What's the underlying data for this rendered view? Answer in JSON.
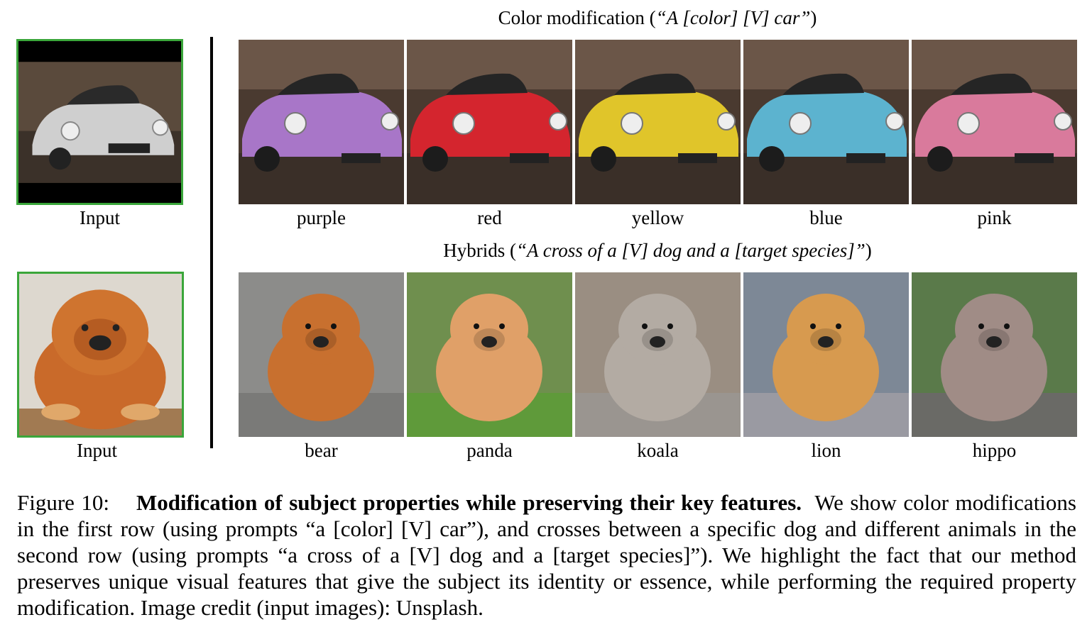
{
  "row1": {
    "title_plain": "Color modification (",
    "title_italic": "“A [color] [V] car”",
    "title_close": ")",
    "input_label": "Input",
    "items": [
      {
        "label": "purple",
        "color": "#a876c8"
      },
      {
        "label": "red",
        "color": "#d4252e"
      },
      {
        "label": "yellow",
        "color": "#e0c52a"
      },
      {
        "label": "blue",
        "color": "#5cb3cf"
      },
      {
        "label": "pink",
        "color": "#d97a9c"
      }
    ],
    "input_color": "#d8d8d8"
  },
  "row2": {
    "title_plain": "Hybrids (",
    "title_italic": "“A cross of a [V] dog and a [target species]”",
    "title_close": ")",
    "input_label": "Input",
    "items": [
      {
        "label": "bear",
        "color": "#c8702f"
      },
      {
        "label": "panda",
        "color": "#e0a068"
      },
      {
        "label": "koala",
        "color": "#b3aba3"
      },
      {
        "label": "lion",
        "color": "#d79a4f"
      },
      {
        "label": "hippo",
        "color": "#a08c86"
      }
    ],
    "input_color": "#c96a2a"
  },
  "caption": {
    "figure_label": "Figure 10:",
    "bold": "Modification of subject properties while preserving their key features.",
    "text": "We show color modifications in the first row (using prompts “a [color] [V] car”), and crosses between a specific dog and different animals in the second row (using prompts “a cross of a [V] dog and a [target species]”). We highlight the fact that our method preserves unique visual features that give the subject its identity or essence, while performing the required property modification. Image credit (input images): Unsplash."
  }
}
